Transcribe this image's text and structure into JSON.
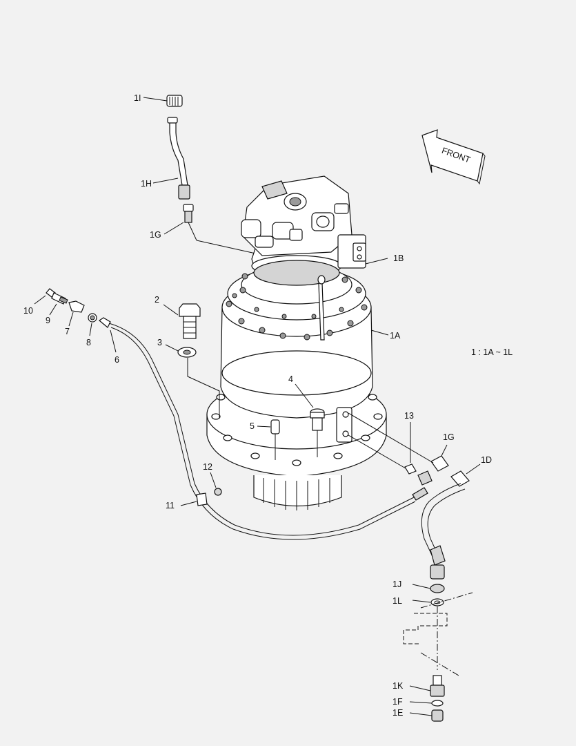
{
  "diagram": {
    "front_label": "FRONT",
    "note": "1 : 1A ~ 1L",
    "callouts": {
      "p1I": "1I",
      "p1H": "1H",
      "p1G_top": "1G",
      "p1B": "1B",
      "p1A": "1A",
      "p2": "2",
      "p3": "3",
      "p4": "4",
      "p5": "5",
      "p6": "6",
      "p7": "7",
      "p8": "8",
      "p9": "9",
      "p10": "10",
      "p11": "11",
      "p12": "12",
      "p13": "13",
      "p1G_right": "1G",
      "p1D": "1D",
      "p1J": "1J",
      "p1L": "1L",
      "p1K": "1K",
      "p1F": "1F",
      "p1E": "1E"
    }
  }
}
